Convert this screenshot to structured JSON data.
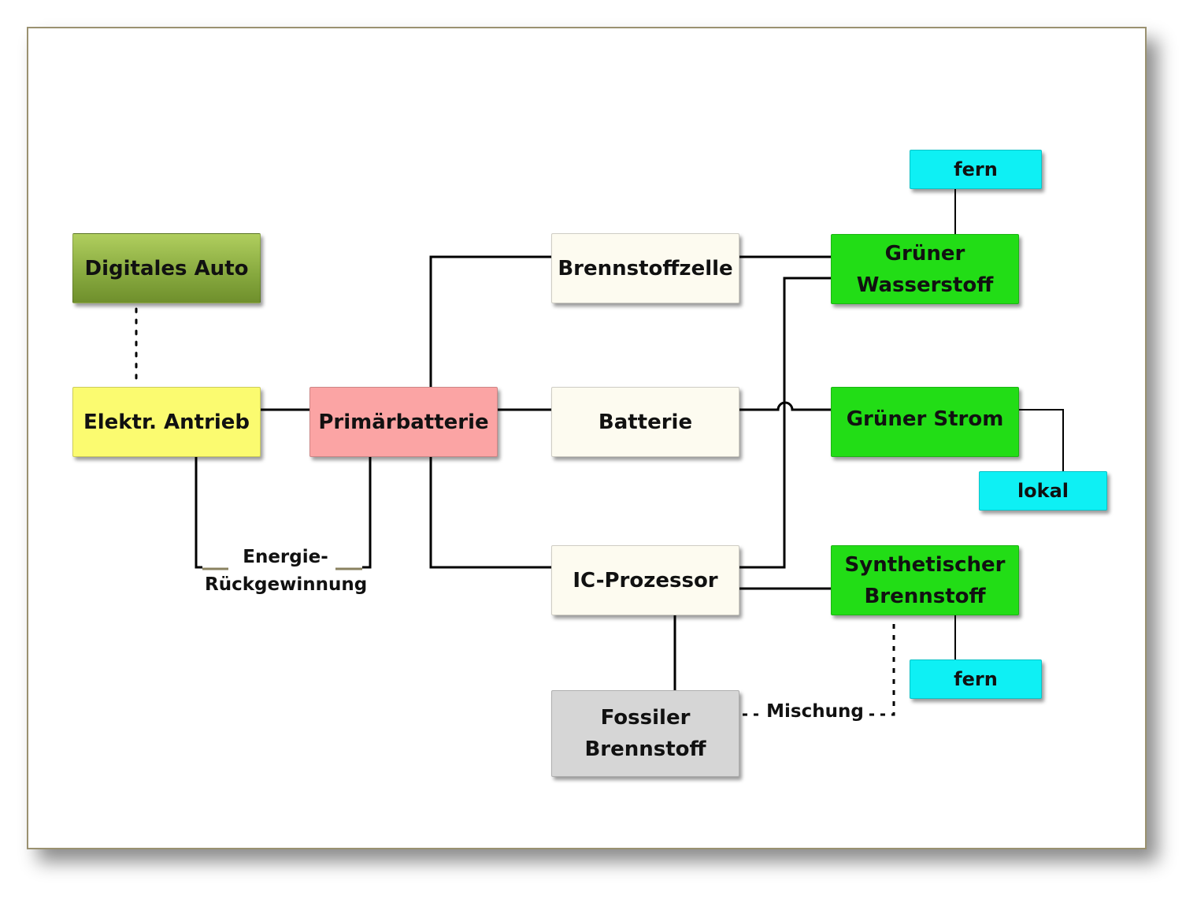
{
  "nodes": {
    "digitales_auto": "Digitales Auto",
    "elektr_antrieb": "Elektr. Antrieb",
    "primaerbatterie": "Primärbatterie",
    "brennstoffzelle": "Brennstoffzelle",
    "batterie": "Batterie",
    "ic_prozessor": "IC-Prozessor",
    "fossiler_brennstoff_line1": "Fossiler",
    "fossiler_brennstoff_line2": "Brennstoff",
    "gruener_wasserstoff_line1": "Grüner",
    "gruener_wasserstoff_line2": "Wasserstoff",
    "gruener_strom": "Grüner Strom",
    "synthetischer_brennstoff_line1": "Synthetischer",
    "synthetischer_brennstoff_line2": "Brennstoff",
    "fern_top": "fern",
    "lokal": "lokal",
    "fern_bottom": "fern"
  },
  "labels": {
    "energie_line1": "Energie-",
    "energie_line2": "Rückgewinnung",
    "mischung": "Mischung"
  },
  "colors": {
    "olive": "#8fb046",
    "yellow": "#fbfb70",
    "pink": "#fba4a4",
    "cream": "#fdfbf0",
    "green": "#22dd16",
    "cyan": "#0ef0f4",
    "gray": "#d6d6d6"
  }
}
